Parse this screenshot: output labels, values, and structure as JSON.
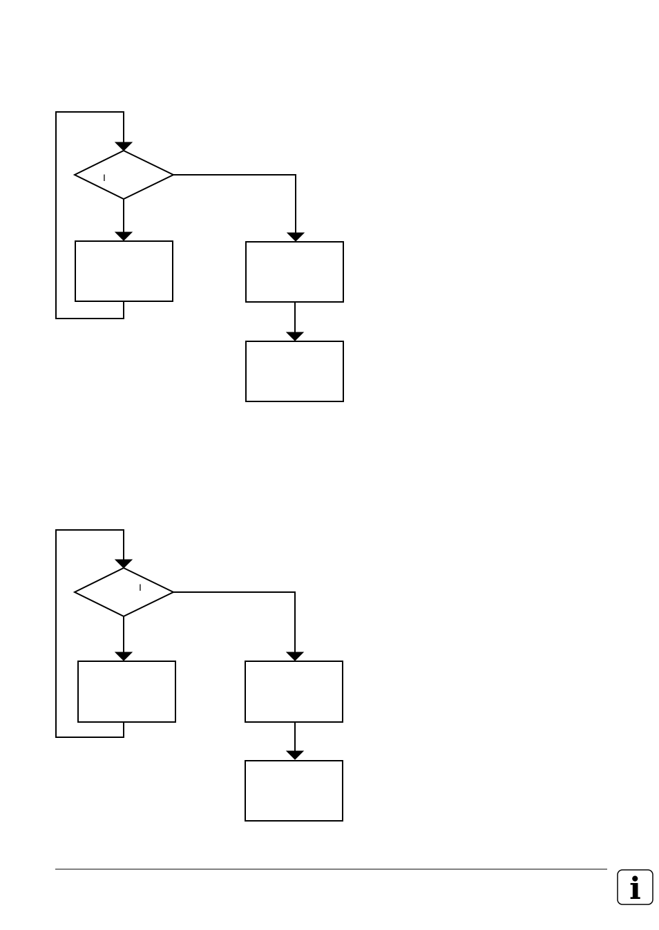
{
  "diagrams": [
    {
      "decision_label": "I"
    },
    {
      "decision_label": "I"
    }
  ],
  "footer": {
    "info_glyph": "i",
    "icon_name": "info-icon"
  }
}
